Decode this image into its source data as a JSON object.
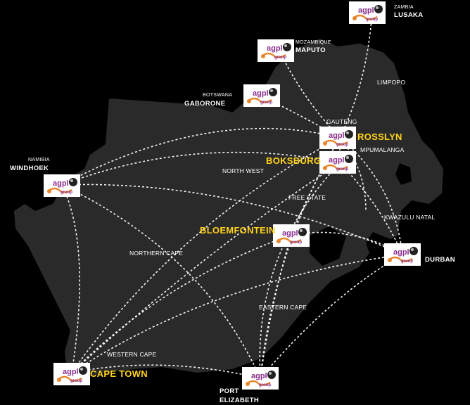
{
  "map": {
    "provinces": {
      "limpopo": "LIMPOPO",
      "gauteng": "GAUTENG",
      "mpumalanga": "MPUMALANGA",
      "north_west": "NORTH WEST",
      "free_state": "FREE STATE",
      "kwazulu_natal": "KWAZULU NATAL",
      "northern_cape": "NORTHERN CAPE",
      "eastern_cape": "EASTERN CAPE",
      "western_cape": "WESTERN CAPE"
    },
    "branches": {
      "rosslyn": "ROSSLYN",
      "boksburg": "BOKSBURG",
      "bloemfontein": "BLOEMFONTEIN",
      "cape_town": "CAPE TOWN"
    },
    "locations": {
      "lusaka_country": "ZAMBIA",
      "lusaka": "LUSAKA",
      "maputo_country": "MOZAMBIQUE",
      "maputo": "MAPUTO",
      "gaborone_country": "BOTSWANA",
      "gaborone": "GABORONE",
      "windhoek_country": "NAMIBIA",
      "windhoek": "WINDHOEK",
      "durban": "DURBAN",
      "pe_line1": "PORT",
      "pe_line2": "ELIZABETH"
    },
    "logo": {
      "wordmark": "agpl",
      "tagline": "group"
    },
    "colors": {
      "land": "#2a2a2a",
      "branch_label": "#ffd21a",
      "route": "#ffffff",
      "logo_purple": "#8b2f8f",
      "logo_orange": "#e8862b"
    }
  }
}
